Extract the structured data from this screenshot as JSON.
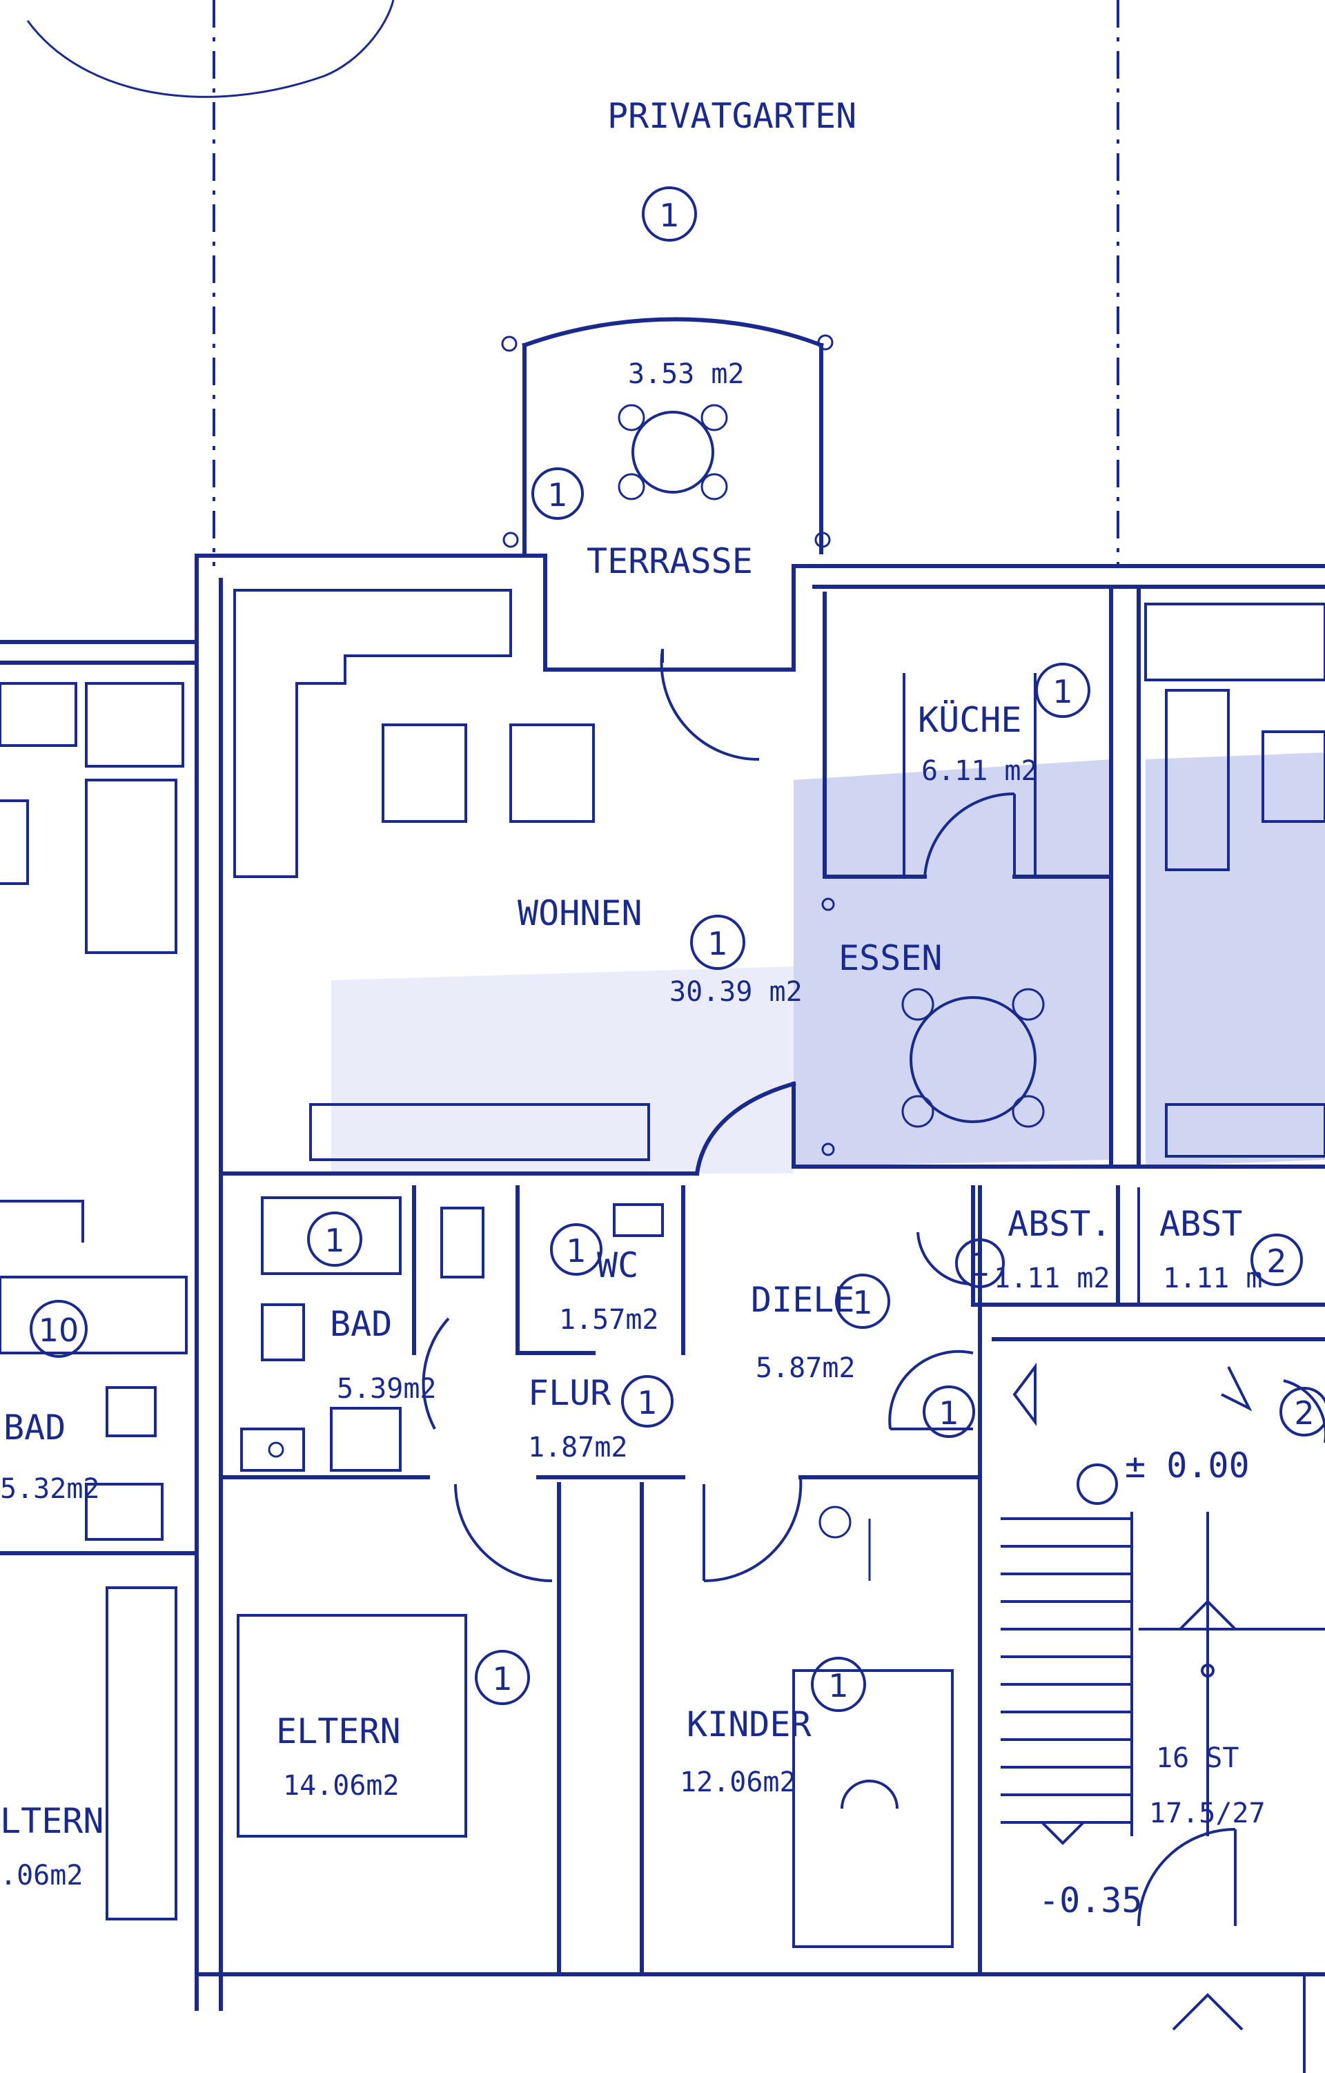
{
  "title": "PRIVATGARTEN",
  "rooms": {
    "terrasse": {
      "name": "TERRASSE",
      "area": "3.53 m2",
      "unit": "1"
    },
    "kueche": {
      "name": "KÜCHE",
      "area": "6.11 m2",
      "unit": "1"
    },
    "wohnen": {
      "name": "WOHNEN",
      "area": "30.39 m2",
      "unit": "1"
    },
    "essen": {
      "name": "ESSEN"
    },
    "bad": {
      "name": "BAD",
      "area": "5.39m2",
      "unit": "1"
    },
    "wc": {
      "name": "WC",
      "area": "1.57m2",
      "unit": "1"
    },
    "diele": {
      "name": "DIELE",
      "area": "5.87m2",
      "unit": "1"
    },
    "flur": {
      "name": "FLUR",
      "area": "1.87m2",
      "unit": "1"
    },
    "abst1": {
      "name": "ABST.",
      "area": "1.11 m2",
      "unit": "1"
    },
    "abst2": {
      "name": "ABST",
      "area": "1.11 m",
      "unit": "2"
    },
    "eltern": {
      "name": "ELTERN",
      "area": "14.06m2",
      "unit": "1"
    },
    "kinder": {
      "name": "KINDER",
      "area": "12.06m2",
      "unit": "1"
    },
    "neighbor_bad": {
      "name": "BAD",
      "area": "5.32m2",
      "unit": "10"
    },
    "neighbor_eltern": {
      "name": "LTERN",
      "area": ".06m2"
    }
  },
  "garden_unit": "1",
  "entry_unit_left": "1",
  "entry_unit_right": "2",
  "stairs": {
    "steps": "16 ST",
    "ratio": "17.5/27"
  },
  "levels": {
    "ground": "± 0.00",
    "lower": "-0.35"
  }
}
